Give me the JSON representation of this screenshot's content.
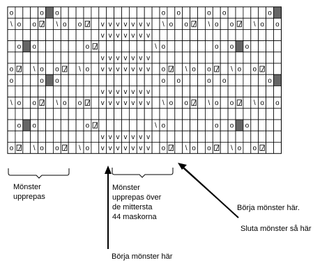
{
  "chart": {
    "rows": [
      [
        "o",
        "",
        "",
        "",
        "o",
        "#",
        "o",
        "",
        "",
        "",
        "",
        "",
        "",
        "",
        "",
        "",
        "",
        "",
        "",
        "",
        "o",
        "",
        "o",
        "",
        "",
        "",
        "o",
        "",
        "o",
        "",
        "",
        "",
        "",
        "",
        "o",
        "#"
      ],
      [
        "\\",
        "o",
        "",
        "o",
        "b",
        "",
        "\\",
        "o",
        "",
        "o",
        "b",
        "",
        "v",
        "v",
        "v",
        "v",
        "v",
        "v",
        "v",
        "",
        "\\",
        "o",
        "",
        "o",
        "b",
        "",
        "\\",
        "o",
        "",
        "o",
        "b",
        "",
        "\\",
        "o",
        "",
        "o"
      ],
      [
        "",
        "",
        "",
        "",
        "",
        "",
        "",
        "",
        "",
        "",
        "",
        "",
        "v",
        "v",
        "v",
        "v",
        "v",
        "v",
        "v",
        "",
        "",
        "",
        "",
        "",
        "",
        "",
        "",
        "",
        "",
        "",
        "",
        "",
        "",
        "",
        "",
        ""
      ],
      [
        "",
        "o",
        "#",
        "o",
        "",
        "",
        "",
        "",
        "",
        "",
        "o",
        "b",
        "",
        "",
        "",
        "",
        "",
        "",
        "",
        "\\",
        "o",
        "",
        "",
        "",
        "",
        "",
        "",
        "o",
        "",
        "o",
        "#",
        "o",
        "",
        "",
        "",
        ""
      ],
      [
        "",
        "",
        "",
        "",
        "",
        "",
        "",
        "",
        "",
        "",
        "",
        "",
        "v",
        "v",
        "v",
        "v",
        "v",
        "v",
        "v",
        "",
        "",
        "",
        "",
        "",
        "",
        "",
        "",
        "",
        "",
        "",
        "",
        "",
        "",
        "",
        "",
        ""
      ],
      [
        "o",
        "b",
        "",
        "\\",
        "o",
        "",
        "o",
        "b",
        "",
        "\\",
        "o",
        "",
        "v",
        "v",
        "v",
        "v",
        "v",
        "v",
        "v",
        "",
        "o",
        "b",
        "",
        "\\",
        "o",
        "",
        "o",
        "b",
        "",
        "\\",
        "o",
        "",
        "o",
        "b",
        "",
        ""
      ],
      [
        "o",
        "",
        "",
        "",
        "o",
        "#",
        "o",
        "",
        "",
        "",
        "",
        "",
        "",
        "",
        "",
        "",
        "",
        "",
        "",
        "",
        "o",
        "",
        "o",
        "",
        "",
        "",
        "o",
        "",
        "o",
        "",
        "",
        "",
        "",
        "",
        "o",
        "#"
      ],
      [
        "",
        "",
        "",
        "",
        "",
        "",
        "",
        "",
        "",
        "",
        "",
        "",
        "v",
        "v",
        "v",
        "v",
        "v",
        "v",
        "v",
        "",
        "",
        "",
        "",
        "",
        "",
        "",
        "",
        "",
        "",
        "",
        "",
        "",
        "",
        "",
        "",
        ""
      ],
      [
        "\\",
        "o",
        "",
        "o",
        "b",
        "",
        "\\",
        "o",
        "",
        "o",
        "b",
        "",
        "v",
        "v",
        "v",
        "v",
        "v",
        "v",
        "v",
        "",
        "\\",
        "o",
        "",
        "o",
        "b",
        "",
        "\\",
        "o",
        "",
        "o",
        "b",
        "",
        "\\",
        "o",
        "",
        "o"
      ],
      [
        "",
        "",
        "",
        "",
        "",
        "",
        "",
        "",
        "",
        "",
        "",
        "",
        "",
        "",
        "",
        "",
        "",
        "",
        "",
        "",
        "",
        "",
        "",
        "",
        "",
        "",
        "",
        "",
        "",
        "",
        "",
        "",
        "",
        "",
        "",
        ""
      ],
      [
        "",
        "o",
        "#",
        "o",
        "",
        "",
        "",
        "",
        "",
        "",
        "o",
        "b",
        "",
        "",
        "",
        "",
        "",
        "",
        "",
        "\\",
        "o",
        "",
        "",
        "",
        "",
        "",
        "",
        "o",
        "",
        "o",
        "#",
        "o",
        "",
        "",
        "",
        ""
      ],
      [
        "",
        "",
        "",
        "",
        "",
        "",
        "",
        "",
        "",
        "",
        "",
        "",
        "v",
        "v",
        "v",
        "v",
        "v",
        "v",
        "v",
        "",
        "",
        "",
        "",
        "",
        "",
        "",
        "",
        "",
        "",
        "",
        "",
        "",
        "",
        "",
        "",
        ""
      ],
      [
        "o",
        "b",
        "",
        "\\",
        "o",
        "",
        "o",
        "b",
        "",
        "\\",
        "o",
        "",
        "v",
        "v",
        "v",
        "v",
        "v",
        "v",
        "v",
        "",
        "o",
        "b",
        "",
        "\\",
        "o",
        "",
        "o",
        "b",
        "",
        "\\",
        "o",
        "",
        "o",
        "b",
        "",
        ""
      ]
    ]
  },
  "labels": {
    "repeat_brace": [
      "Mönster",
      "upprepas"
    ],
    "middle_repeat": [
      "Mönster",
      "upprepas över",
      "de mittersta",
      "44 maskorna"
    ],
    "start_right": "Börja mönster här.",
    "end_right": "Sluta mönster så här",
    "start_bottom": "Börja mönster här"
  }
}
